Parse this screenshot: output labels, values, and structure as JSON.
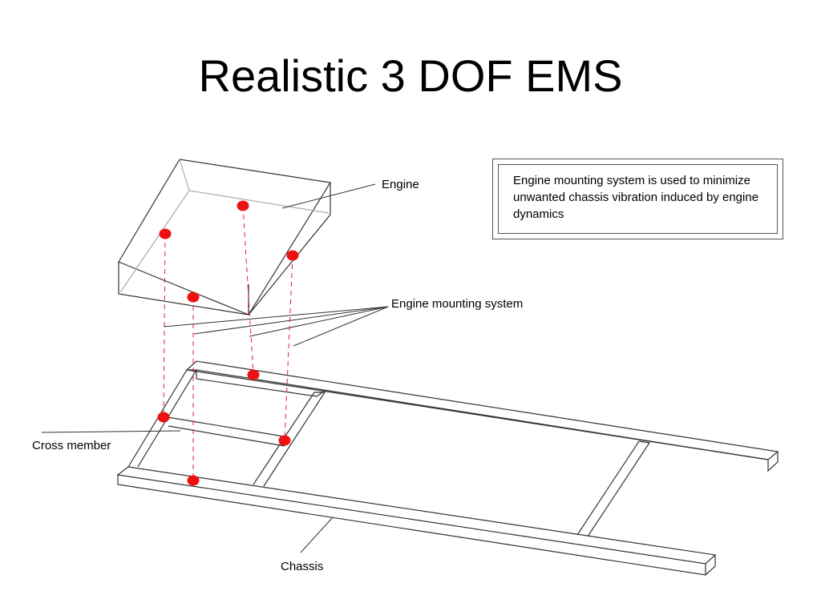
{
  "title": "Realistic 3 DOF EMS",
  "labels": {
    "engine": "Engine",
    "mounting_system": "Engine mounting system",
    "cross_member": "Cross member",
    "chassis": "Chassis"
  },
  "note": "Engine mounting system is used to minimize unwanted chassis vibration induced by engine dynamics",
  "colors": {
    "mount_point": "#ee1111",
    "line": "#333333",
    "dashed": "#e02020"
  }
}
